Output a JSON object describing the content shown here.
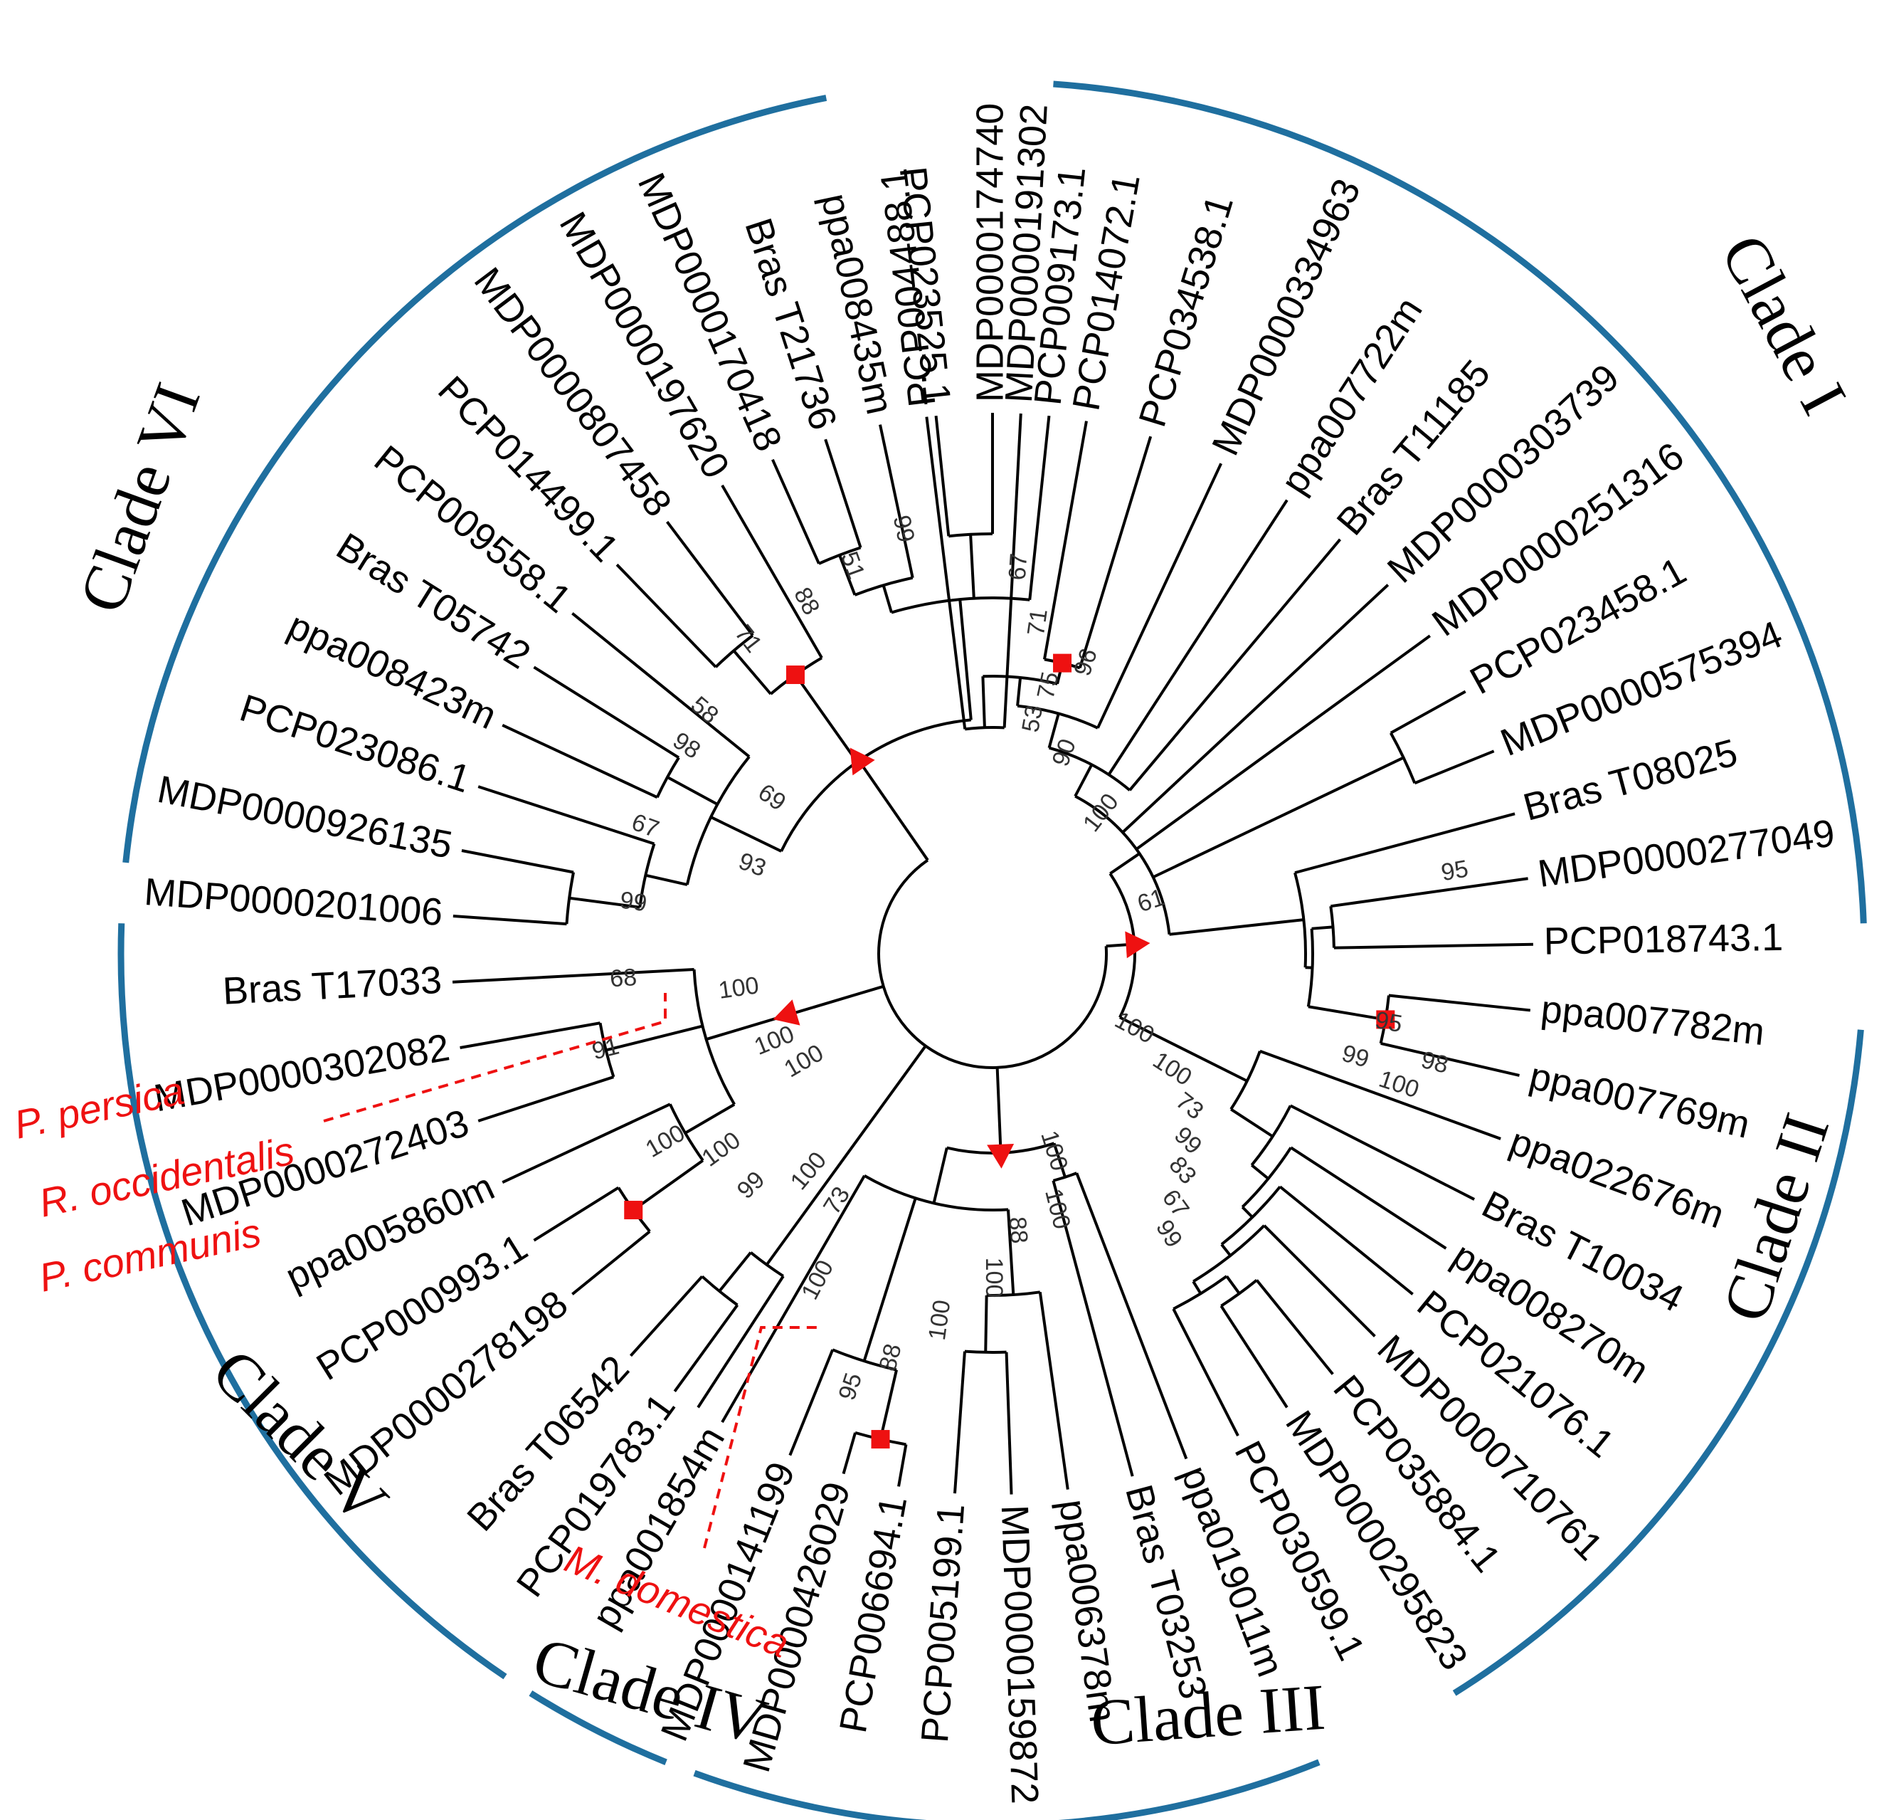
{
  "colors": {
    "clade_arc": "#1f6f9f",
    "highlight": "#ee1111",
    "branch": "#000000"
  },
  "clades": [
    {
      "label": "Clade I"
    },
    {
      "label": "Clade II"
    },
    {
      "label": "Clade III"
    },
    {
      "label": "Clade IV"
    },
    {
      "label": "Clade V"
    },
    {
      "label": "Clade VI"
    }
  ],
  "leaves": [
    "PCP004488.1",
    "MDP0000191302",
    "PCP014072.1",
    "PCP034538.1",
    "MDP0000334963",
    "ppa007722m",
    "Bras T11185",
    "MDP0000303739",
    "MDP0000251316",
    "PCP023458.1",
    "MDP0000575394",
    "Bras T08025",
    "MDP0000277049",
    "PCP018743.1",
    "ppa007782m",
    "ppa007769m",
    "ppa022676m",
    "Bras T10034",
    "ppa008270m",
    "PCP021076.1",
    "MDP0000710761",
    "PCP035884.1",
    "MDP0000295823",
    "PCP030599.1",
    "ppa019011m",
    "Bras T03253",
    "ppa006378m",
    "MDP0000159872",
    "PCP005199.1",
    "PCP006694.1",
    "MDP0000426029",
    "MDP0000141199",
    "ppa001854m",
    "PCP019783.1",
    "Bras T06542",
    "MDP0000278198",
    "PCP000993.1",
    "ppa005860m",
    "MDP0000272403",
    "MDP0000302082",
    "Bras T17033",
    "MDP0000201006",
    "MDP0000926135",
    "PCP023086.1",
    "ppa008423m",
    "Bras T05742",
    "PCP009558.1",
    "PCP014499.1",
    "MDP0000807458",
    "MDP0000197620",
    "MDP0000170418",
    "Bras T21736",
    "ppa008435m",
    "PCP023525.1",
    "MDP0000174740",
    "PCP009173.1"
  ],
  "bootstrap_values": [
    "67",
    "71",
    "96",
    "75",
    "53",
    "90",
    "100",
    "95",
    "98",
    "95",
    "99",
    "100",
    "61",
    "100",
    "100",
    "73",
    "99",
    "83",
    "67",
    "99",
    "100",
    "100",
    "88",
    "100",
    "100",
    "88",
    "95",
    "100",
    "73",
    "100",
    "99",
    "100",
    "100",
    "100",
    "91",
    "68",
    "99",
    "67",
    "98",
    "58",
    "71",
    "88",
    "51",
    "99",
    "69",
    "93",
    "100",
    "100"
  ],
  "legend": {
    "species_top": [
      "P. persica",
      "R. occidentalis",
      "P. communis"
    ],
    "species_bottom": "M. domestica"
  }
}
